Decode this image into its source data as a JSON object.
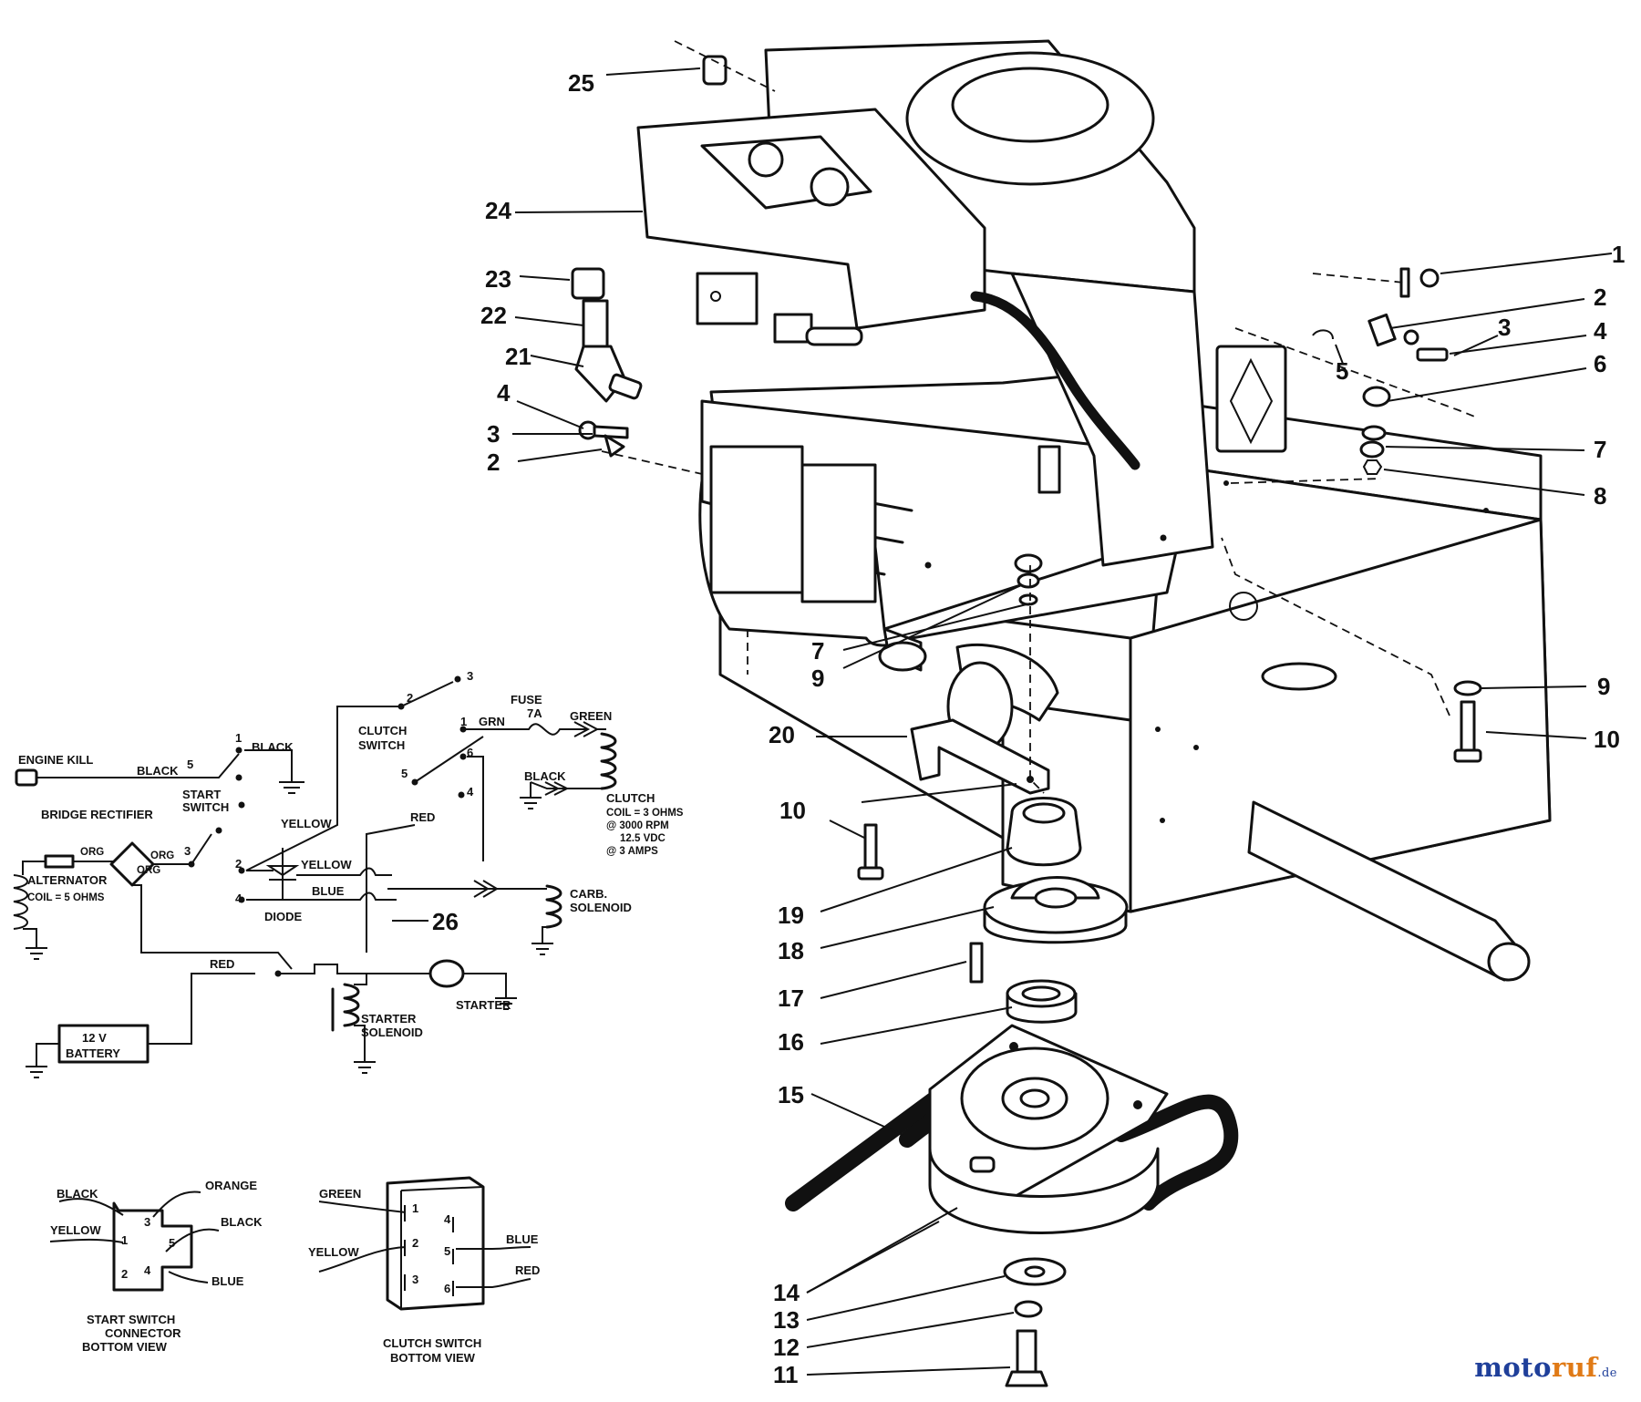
{
  "callouts": [
    "1",
    "2",
    "3",
    "4",
    "5",
    "6",
    "7",
    "8",
    "9",
    "10",
    "11",
    "12",
    "13",
    "14",
    "15",
    "16",
    "17",
    "18",
    "19",
    "20",
    "21",
    "22",
    "23",
    "24",
    "25",
    "26"
  ],
  "wiring": {
    "engine_kill": "ENGINE KILL",
    "black": "BLACK",
    "start_switch": [
      "START",
      "SWITCH"
    ],
    "clutch_switch": [
      "CLUTCH",
      "SWITCH"
    ],
    "fuse": [
      "FUSE",
      "7A"
    ],
    "grn": "GRN",
    "green": "GREEN",
    "clutch_coil": [
      "CLUTCH",
      "COIL = 3 OHMS",
      "@ 3000 RPM",
      "12.5 VDC",
      "@ 3 AMPS"
    ],
    "bridge_rectifier": "BRIDGE RECTIFIER",
    "org": "ORG",
    "yellow": "YELLOW",
    "red": "RED",
    "blue": "BLUE",
    "alternator": [
      "ALTERNATOR",
      "COIL = 5 OHMS"
    ],
    "diode": "DIODE",
    "carb_solenoid": [
      "CARB.",
      "SOLENOID"
    ],
    "starter": "STARTER",
    "battery": [
      "12 V",
      "BATTERY"
    ],
    "starter_solenoid": [
      "STARTER",
      "SOLENOID"
    ]
  },
  "connectors": {
    "start_switch_view": {
      "caption": [
        "START SWITCH",
        "CONNECTOR",
        "BOTTOM VIEW"
      ],
      "wires": {
        "black_top": "BLACK",
        "orange": "ORANGE",
        "yellow": "YELLOW",
        "black_right": "BLACK",
        "blue": "BLUE"
      },
      "pins": [
        "1",
        "2",
        "3",
        "4",
        "5"
      ]
    },
    "clutch_switch_view": {
      "caption": [
        "CLUTCH SWITCH",
        "BOTTOM VIEW"
      ],
      "wires": {
        "green": "GREEN",
        "yellow": "YELLOW",
        "blue": "BLUE",
        "red": "RED"
      },
      "pins": [
        "1",
        "2",
        "3",
        "4",
        "5",
        "6"
      ]
    }
  },
  "watermark": {
    "part1": "moto",
    "part2": "ruf",
    "tld": ".de"
  }
}
